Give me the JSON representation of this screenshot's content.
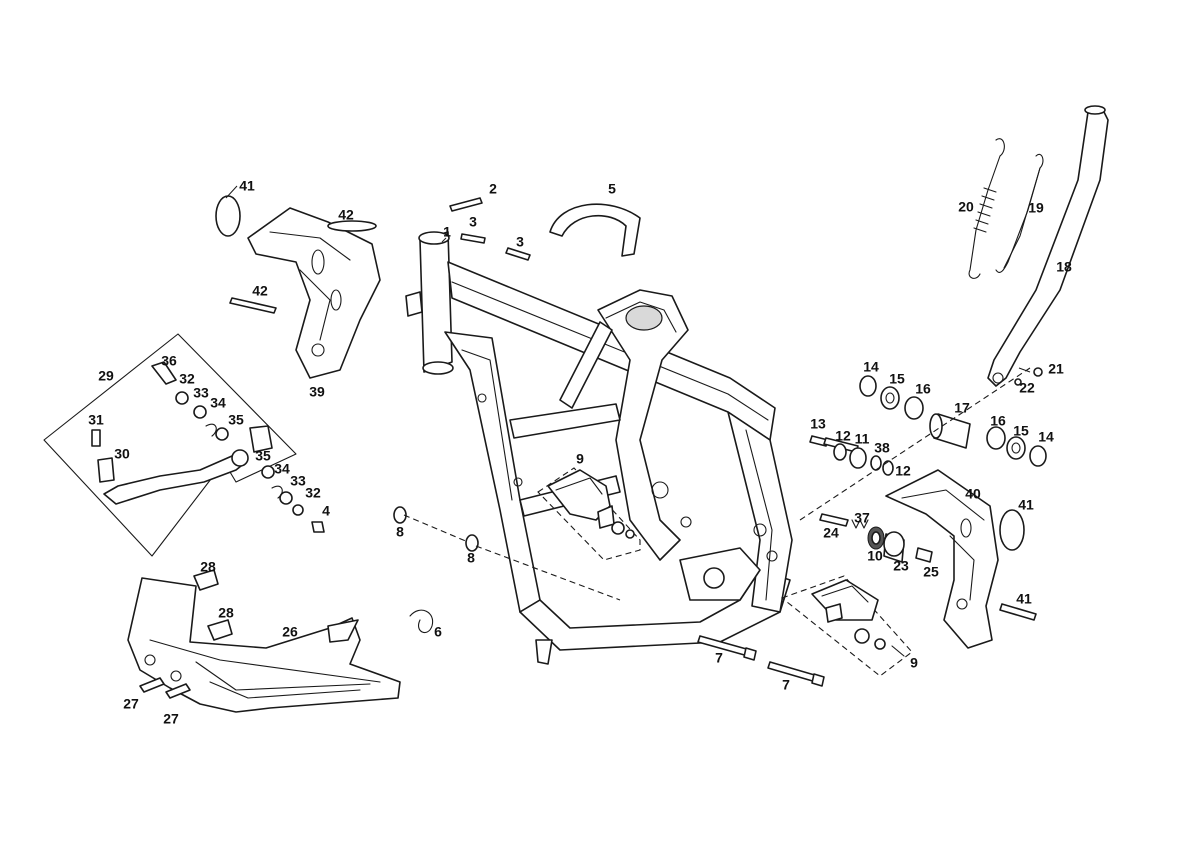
{
  "diagram": {
    "callouts": [
      {
        "id": "c1",
        "label": "1"
      },
      {
        "id": "c2",
        "label": "2"
      },
      {
        "id": "c3a",
        "label": "3"
      },
      {
        "id": "c3b",
        "label": "3"
      },
      {
        "id": "c4",
        "label": "4"
      },
      {
        "id": "c5",
        "label": "5"
      },
      {
        "id": "c6",
        "label": "6"
      },
      {
        "id": "c7a",
        "label": "7"
      },
      {
        "id": "c7b",
        "label": "7"
      },
      {
        "id": "c8a",
        "label": "8"
      },
      {
        "id": "c8b",
        "label": "8"
      },
      {
        "id": "c9a",
        "label": "9"
      },
      {
        "id": "c9b",
        "label": "9"
      },
      {
        "id": "c10",
        "label": "10"
      },
      {
        "id": "c11",
        "label": "11"
      },
      {
        "id": "c12a",
        "label": "12"
      },
      {
        "id": "c12b",
        "label": "12"
      },
      {
        "id": "c13",
        "label": "13"
      },
      {
        "id": "c14a",
        "label": "14"
      },
      {
        "id": "c14b",
        "label": "14"
      },
      {
        "id": "c15a",
        "label": "15"
      },
      {
        "id": "c15b",
        "label": "15"
      },
      {
        "id": "c16a",
        "label": "16"
      },
      {
        "id": "c16b",
        "label": "16"
      },
      {
        "id": "c17",
        "label": "17"
      },
      {
        "id": "c18",
        "label": "18"
      },
      {
        "id": "c19",
        "label": "19"
      },
      {
        "id": "c20",
        "label": "20"
      },
      {
        "id": "c21",
        "label": "21"
      },
      {
        "id": "c22",
        "label": "22"
      },
      {
        "id": "c23",
        "label": "23"
      },
      {
        "id": "c24",
        "label": "24"
      },
      {
        "id": "c25",
        "label": "25"
      },
      {
        "id": "c26",
        "label": "26"
      },
      {
        "id": "c27a",
        "label": "27"
      },
      {
        "id": "c27b",
        "label": "27"
      },
      {
        "id": "c28a",
        "label": "28"
      },
      {
        "id": "c28b",
        "label": "28"
      },
      {
        "id": "c29",
        "label": "29"
      },
      {
        "id": "c30",
        "label": "30"
      },
      {
        "id": "c31",
        "label": "31"
      },
      {
        "id": "c32a",
        "label": "32"
      },
      {
        "id": "c32b",
        "label": "32"
      },
      {
        "id": "c33a",
        "label": "33"
      },
      {
        "id": "c33b",
        "label": "33"
      },
      {
        "id": "c34a",
        "label": "34"
      },
      {
        "id": "c34b",
        "label": "34"
      },
      {
        "id": "c35a",
        "label": "35"
      },
      {
        "id": "c35b",
        "label": "35"
      },
      {
        "id": "c36",
        "label": "36"
      },
      {
        "id": "c37",
        "label": "37"
      },
      {
        "id": "c38",
        "label": "38"
      },
      {
        "id": "c39",
        "label": "39"
      },
      {
        "id": "c40",
        "label": "40"
      },
      {
        "id": "c41a",
        "label": "41"
      },
      {
        "id": "c41b",
        "label": "41"
      },
      {
        "id": "c41c",
        "label": "41"
      },
      {
        "id": "c42a",
        "label": "42"
      },
      {
        "id": "c42b",
        "label": "42"
      }
    ]
  }
}
